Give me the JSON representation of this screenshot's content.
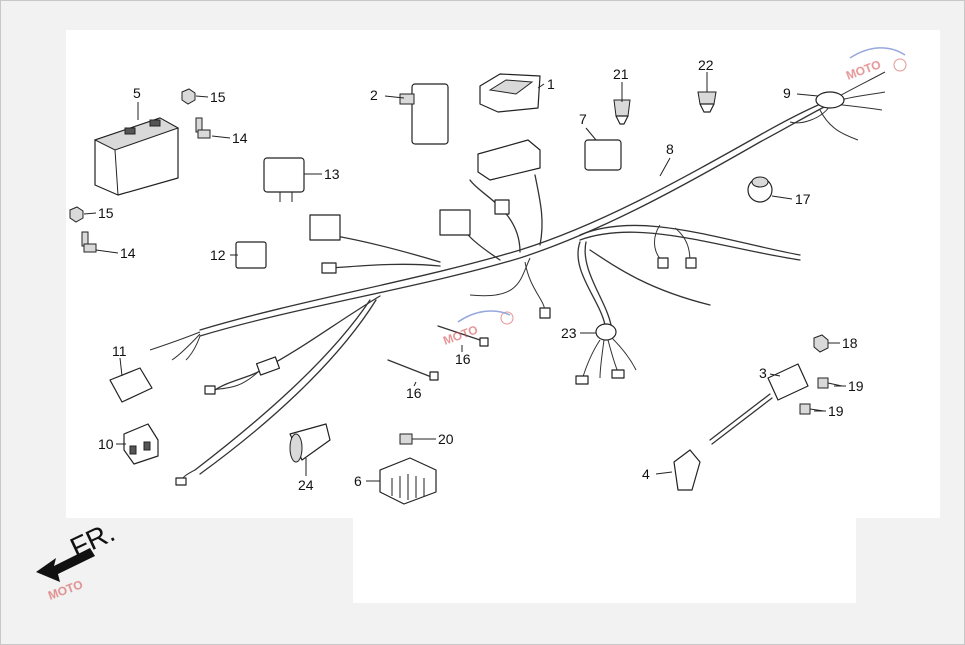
{
  "diagram": {
    "direction_label": "FR.",
    "watermark_text": "MOTO",
    "callouts": [
      {
        "id": "c1",
        "label": "1"
      },
      {
        "id": "c2",
        "label": "2"
      },
      {
        "id": "c3",
        "label": "3"
      },
      {
        "id": "c4",
        "label": "4"
      },
      {
        "id": "c5",
        "label": "5"
      },
      {
        "id": "c6",
        "label": "6"
      },
      {
        "id": "c7",
        "label": "7"
      },
      {
        "id": "c8",
        "label": "8"
      },
      {
        "id": "c9",
        "label": "9"
      },
      {
        "id": "c10",
        "label": "10"
      },
      {
        "id": "c11",
        "label": "11"
      },
      {
        "id": "c12",
        "label": "12"
      },
      {
        "id": "c13",
        "label": "13"
      },
      {
        "id": "c14a",
        "label": "14"
      },
      {
        "id": "c14b",
        "label": "14"
      },
      {
        "id": "c15a",
        "label": "15"
      },
      {
        "id": "c15b",
        "label": "15"
      },
      {
        "id": "c16a",
        "label": "16"
      },
      {
        "id": "c16b",
        "label": "16"
      },
      {
        "id": "c17",
        "label": "17"
      },
      {
        "id": "c18",
        "label": "18"
      },
      {
        "id": "c19a",
        "label": "19"
      },
      {
        "id": "c19b",
        "label": "19"
      },
      {
        "id": "c20",
        "label": "20"
      },
      {
        "id": "c21",
        "label": "21"
      },
      {
        "id": "c22",
        "label": "22"
      },
      {
        "id": "c23",
        "label": "23"
      },
      {
        "id": "c24",
        "label": "24"
      }
    ],
    "colors": {
      "background": "#f2f2f2",
      "panel": "#ffffff",
      "line": "#222222",
      "watermark_red": "#d04040",
      "watermark_blue": "#4060c0"
    }
  }
}
